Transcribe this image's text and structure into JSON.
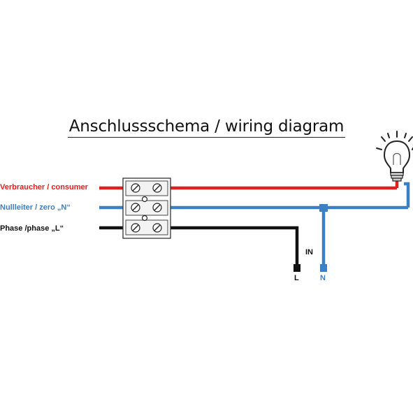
{
  "title": "Anschlussschema / wiring diagram",
  "wires": {
    "consumer_label": "Verbraucher / consumer",
    "neutral_label": "Nullleiter / zero „N“",
    "phase_label": "Phase /phase „L“"
  },
  "terminals": {
    "in_label": "IN",
    "l_label": "L",
    "n_label": "N"
  },
  "colors": {
    "consumer": "#e0201f",
    "neutral": "#3b7fc4",
    "phase": "#111111"
  },
  "icons": {
    "lamp": "light-bulb-icon",
    "terminal_block": "terminal-block-icon"
  }
}
